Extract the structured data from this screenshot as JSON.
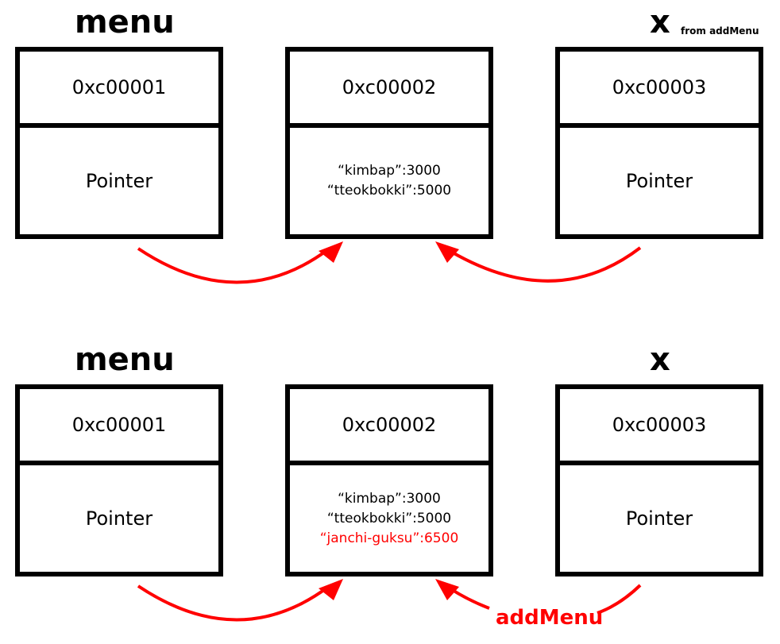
{
  "colors": {
    "box_border": "#000000",
    "arrow": "#ff0000",
    "highlight_text": "#ff0000"
  },
  "panels": [
    {
      "menu": {
        "title": "menu",
        "address": "0xc00001",
        "content": "Pointer"
      },
      "map": {
        "address": "0xc00002",
        "entries": [
          {
            "text": "“kimbap”:3000",
            "highlight": false
          },
          {
            "text": "“tteokbokki”:5000",
            "highlight": false
          }
        ]
      },
      "x": {
        "title": "x",
        "subtitle": "from addMenu",
        "address": "0xc00003",
        "content": "Pointer"
      },
      "arrow_label": ""
    },
    {
      "menu": {
        "title": "menu",
        "address": "0xc00001",
        "content": "Pointer"
      },
      "map": {
        "address": "0xc00002",
        "entries": [
          {
            "text": "“kimbap”:3000",
            "highlight": false
          },
          {
            "text": "“tteokbokki”:5000",
            "highlight": false
          },
          {
            "text": "“janchi-guksu”:6500",
            "highlight": true
          }
        ]
      },
      "x": {
        "title": "x",
        "subtitle": "",
        "address": "0xc00003",
        "content": "Pointer"
      },
      "arrow_label": "addMenu"
    }
  ]
}
